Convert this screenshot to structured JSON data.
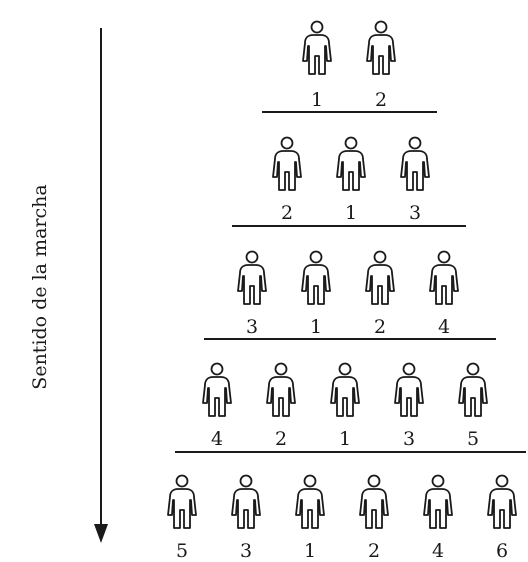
{
  "direction_label": "Sentido de la marcha",
  "rows": [
    {
      "positions": [
        "1",
        "2"
      ]
    },
    {
      "positions": [
        "2",
        "1",
        "3"
      ]
    },
    {
      "positions": [
        "3",
        "1",
        "2",
        "4"
      ]
    },
    {
      "positions": [
        "4",
        "2",
        "1",
        "3",
        "5"
      ]
    },
    {
      "positions": [
        "5",
        "3",
        "1",
        "2",
        "4",
        "6"
      ]
    }
  ],
  "icon": "person-icon"
}
